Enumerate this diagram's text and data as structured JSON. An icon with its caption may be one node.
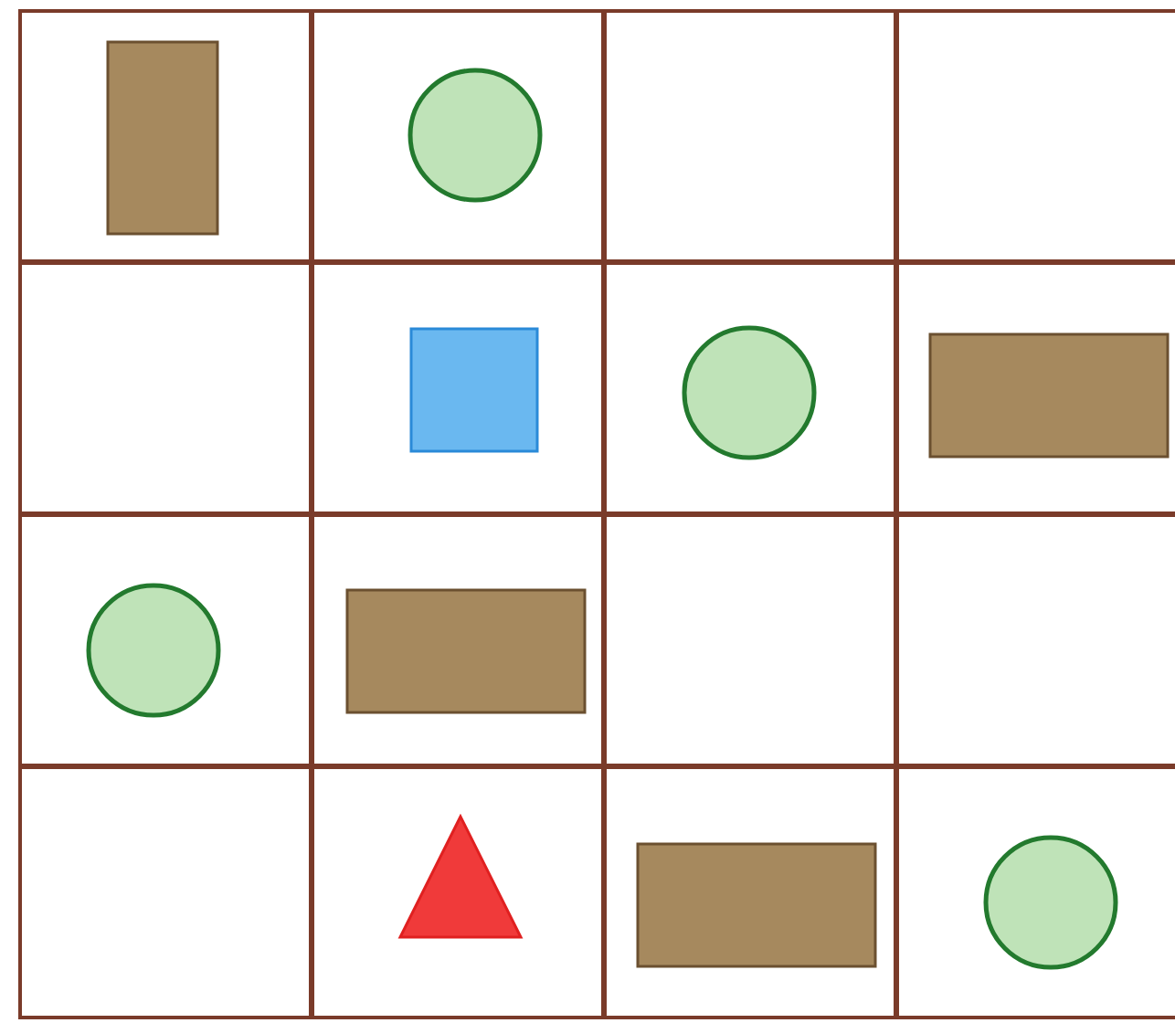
{
  "diagram": {
    "nodes": [
      {
        "text": [],
        "shape": "box"
      },
      {
        "text": [],
        "shape": "box",
        "in": 0
      },
      {
        "text": [],
        "shape": "box"
      },
      {
        "text": [],
        "shape": "circle",
        "in": 2
      },
      {
        "text": [],
        "shape": "box"
      },
      {
        "text": [],
        "shape": "box"
      },
      {
        "text": [],
        "shape": "box"
      },
      {
        "text": [],
        "shape": "box"
      },
      {
        "text": [],
        "shape": "box",
        "in": 7
      },
      {
        "text": [],
        "shape": "box"
      },
      {
        "text": [],
        "shape": "circle",
        "in": 9
      },
      {
        "text": [],
        "shape": "box"
      },
      {
        "text": [],
        "shape": "box",
        "in": 11
      },
      {
        "text": [],
        "shape": "box"
      },
      {
        "text": [],
        "shape": "circle",
        "in": 13
      },
      {
        "text": [],
        "shape": "box"
      },
      {
        "text": [],
        "shape": "box",
        "in": 15
      },
      {
        "text": [],
        "shape": "box"
      },
      {
        "text": [],
        "shape": "box"
      },
      {
        "text": [],
        "shape": "box"
      },
      {
        "text": [],
        "shape": "box"
      },
      {
        "text": [],
        "shape": "triangle",
        "in": 20
      },
      {
        "text": [],
        "shape": "box"
      },
      {
        "text": [],
        "shape": "box",
        "in": 22
      },
      {
        "text": [],
        "shape": "box"
      },
      {
        "text": [],
        "shape": "circle",
        "in": 24
      }
    ]
  }
}
